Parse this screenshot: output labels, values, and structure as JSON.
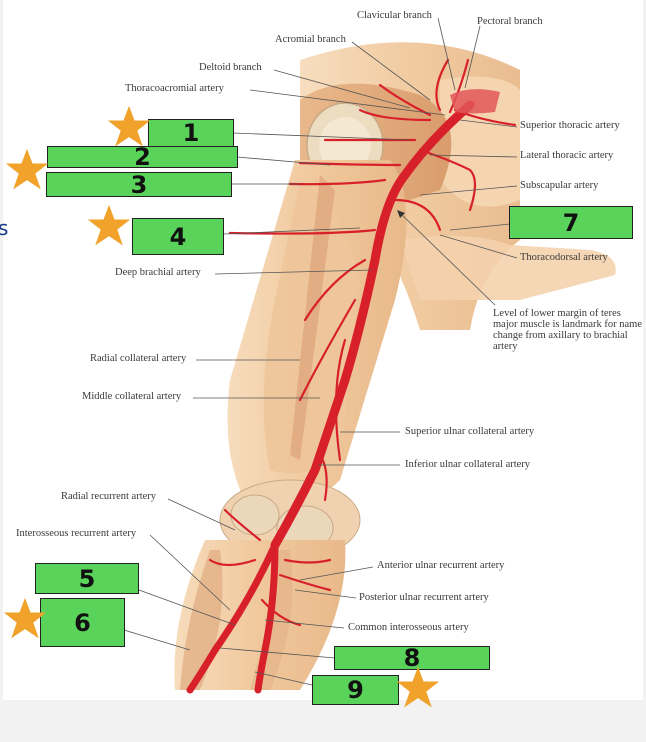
{
  "labels": {
    "clavicular_branch": "Clavicular branch",
    "pectoral_branch": "Pectoral branch",
    "acromial_branch": "Acromial branch",
    "deltoid_branch": "Deltoid branch",
    "thoracoacromial_artery": "Thoracoacromial artery",
    "superior_thoracic_artery": "Superior thoracic artery",
    "lateral_thoracic_artery": "Lateral thoracic artery",
    "subscapular_artery": "Subscapular artery",
    "thoracodorsal_artery": "Thoracodorsal artery",
    "deep_brachial_artery": "Deep brachial artery",
    "level_note": "Level of lower margin of teres major muscle is landmark for name change from axillary to brachial artery",
    "radial_collateral_artery": "Radial collateral artery",
    "middle_collateral_artery": "Middle collateral artery",
    "superior_ulnar_collateral_artery": "Superior ulnar collateral artery",
    "inferior_ulnar_collateral_artery": "Inferior ulnar collateral artery",
    "radial_recurrent_artery": "Radial recurrent artery",
    "interosseous_recurrent_artery": "Interosseous recurrent artery",
    "anterior_ulnar_recurrent_artery": "Anterior ulnar recurrent artery",
    "posterior_ulnar_recurrent_artery": "Posterior ulnar recurrent artery",
    "common_interosseous_artery": "Common interosseous artery"
  },
  "quiz_boxes": {
    "box_1": "1",
    "box_2": "2",
    "box_3": "3",
    "box_4": "4",
    "box_5": "5",
    "box_6": "6",
    "box_7": "7",
    "box_8": "8",
    "box_9": "9"
  },
  "edge_mark": "s",
  "colors": {
    "box_fill": "#5ad35a",
    "star": "#f0a22a",
    "artery": "#d8202b",
    "skin": "#f3cfa6",
    "background": "#f2f2f2"
  }
}
